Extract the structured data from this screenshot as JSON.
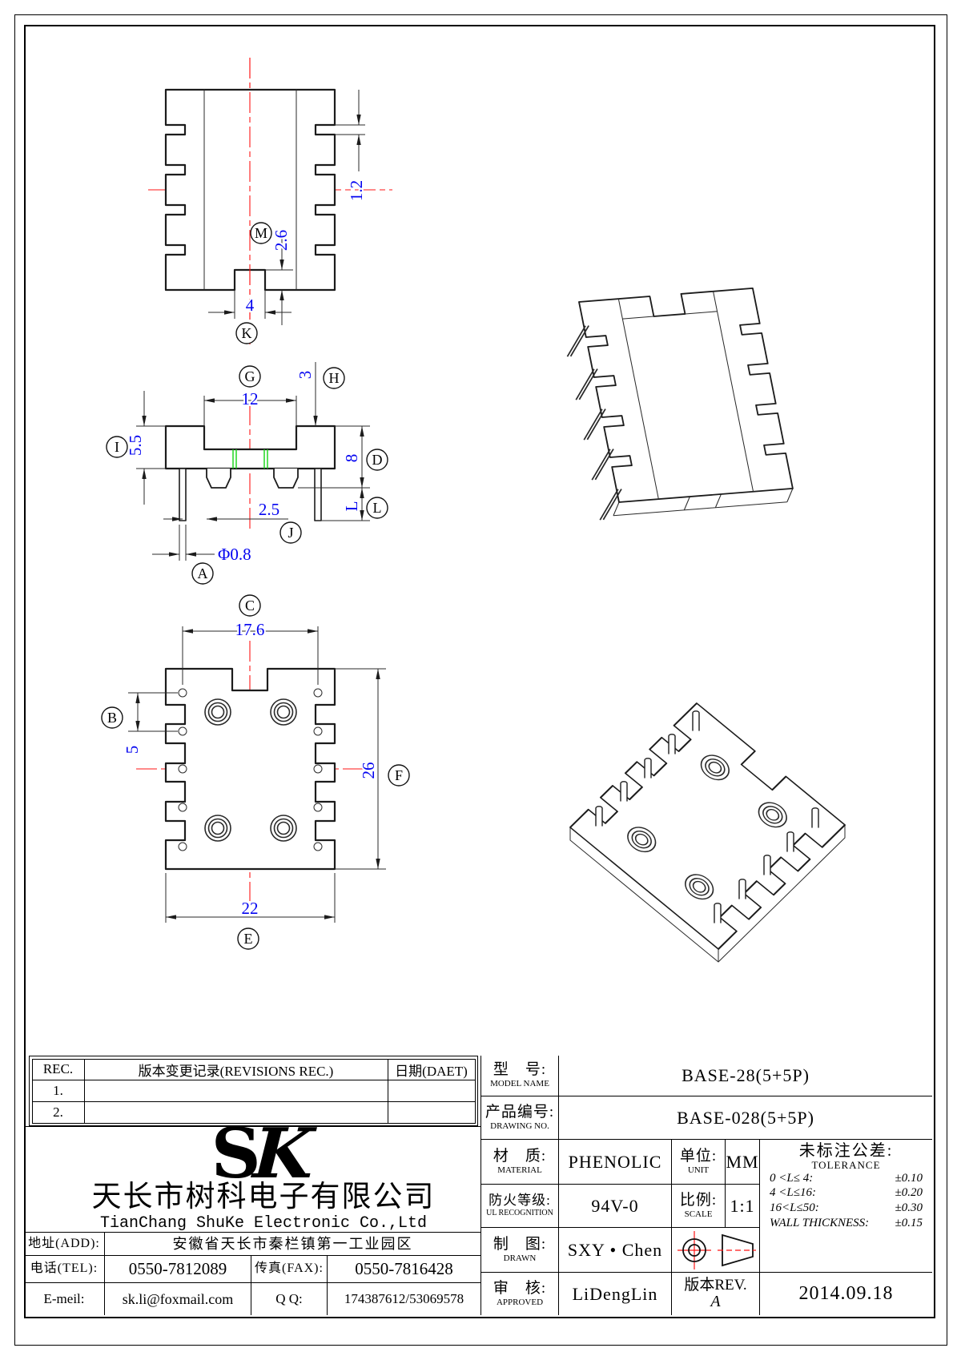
{
  "doc": {
    "type": "engineering-drawing"
  },
  "colors": {
    "dimension_text": "#0404f0",
    "centerline": "#ff1414",
    "highlight_line": "#12d412",
    "line": "#1c1c1c"
  },
  "views": {
    "front": {
      "balloons": {
        "M": "M",
        "K": "K"
      },
      "dims": {
        "slot_pitch": "1.2",
        "notch_depth": "2.6",
        "notch_width": "4"
      }
    },
    "side": {
      "balloons": {
        "G": "G",
        "H": "H",
        "I": "I",
        "D": "D",
        "L": "L",
        "J": "J",
        "A": "A"
      },
      "dims": {
        "window_width": "12",
        "flange": "3",
        "body_height": "5.5",
        "overall_height": "8",
        "pin_length": "L",
        "pin_pitch": "2.5",
        "pin_dia": "Φ0.8"
      }
    },
    "plan": {
      "balloons": {
        "C": "C",
        "B": "B",
        "F": "F",
        "E": "E"
      },
      "dims": {
        "pin_row_span": "17.6",
        "pin_pitch": "5",
        "length": "26",
        "width": "22"
      }
    }
  },
  "revisions": {
    "col_rec": "REC.",
    "col_desc": "版本变更记录(REVISIONS REC.)",
    "col_date": "日期(DAET)",
    "rows": [
      {
        "no": "1.",
        "desc": "",
        "date": ""
      },
      {
        "no": "2.",
        "desc": "",
        "date": ""
      }
    ]
  },
  "company": {
    "logo": "SK",
    "logo_s": "S",
    "logo_k": "K",
    "name_cn": "天长市树科电子有限公司",
    "name_en": "TianChang ShuKe Electronic Co.,Ltd"
  },
  "contact": {
    "addr_label": "地址(ADD):",
    "addr": "安徽省天长市秦栏镇第一工业园区",
    "tel_label": "电话(TEL):",
    "tel": "0550-7812089",
    "fax_label": "传真(FAX):",
    "fax": "0550-7816428",
    "email_label": "E-meil:",
    "email": "sk.li@foxmail.com",
    "qq_label": "Q Q:",
    "qq": "174387612/53069578"
  },
  "spec": {
    "model_label_cn": "型　号:",
    "model_label_en": "MODEL NAME",
    "model": "BASE-28(5+5P)",
    "drawing_label_cn": "产品编号:",
    "drawing_label_en": "DRAWING NO.",
    "drawing_no": "BASE-028(5+5P)",
    "material_label_cn": "材　质:",
    "material_label_en": "MATERIAL",
    "material": "PHENOLIC",
    "unit_label_cn": "单位:",
    "unit_label_en": "UNIT",
    "unit": "MM",
    "fire_label_cn": "防火等级:",
    "fire_label_en": "UL RECOGNITION",
    "fire": "94V-0",
    "scale_label_cn": "比例:",
    "scale_label_en": "SCALE",
    "scale": "1:1",
    "drawn_label_cn": "制　图:",
    "drawn_label_en": "DRAWN",
    "drawn": "SXY • Chen",
    "approved_label_cn": "审　核:",
    "approved_label_en": "APPROVED",
    "approved": "LiDengLin",
    "rev_label": "版本REV.",
    "rev": "A",
    "date": "2014.09.18"
  },
  "tolerance": {
    "title_cn": "未标注公差:",
    "title_en": "TOLERANCE",
    "rows": [
      [
        "0 <L≤ 4:",
        "±0.10"
      ],
      [
        "4 <L≤16:",
        "±0.20"
      ],
      [
        "16<L≤50:",
        "±0.30"
      ],
      [
        "WALL THICKNESS:",
        "±0.15"
      ]
    ]
  }
}
